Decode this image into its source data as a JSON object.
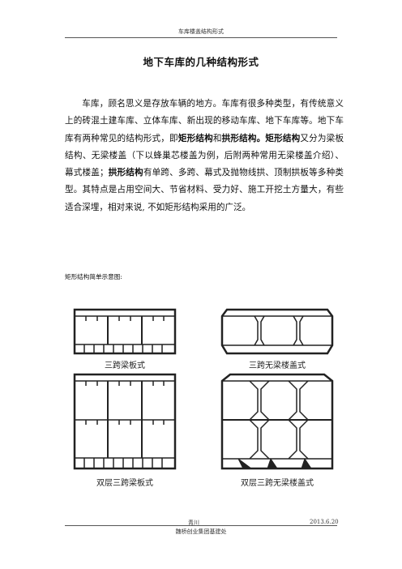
{
  "header": {
    "title": "车库楼盖结构形式"
  },
  "document": {
    "title": "地下车库的几种结构形式",
    "paragraph": [
      {
        "t": "车库，顾名思义是存放车辆的地方。车库有很多种类型，有传统意义上的砖混土建车库、立体车库、新出现的移动车库、地下车库等。地下车库有两种常见的结构形式，即",
        "b": false
      },
      {
        "t": "矩形结构",
        "b": true
      },
      {
        "t": "和",
        "b": false
      },
      {
        "t": "拱形结构。矩形结构",
        "b": true
      },
      {
        "t": "又分为梁板结构、无梁楼盖（下以蜂巢芯楼盖为例，后附两种常用无梁楼盖介绍）、幕式楼盖；",
        "b": false
      },
      {
        "t": "拱形结构",
        "b": true
      },
      {
        "t": "有单跨、多跨、幕式及抛物线拱、顶制拱板等多种类型。其特点是占用空间大、节省材料、受力好、施工开挖土方量大，有些适合深埋，相对来说, 不如矩形结构采用的广泛。",
        "b": false
      }
    ],
    "figure_caption": "矩形结构简单示意图:"
  },
  "figure": {
    "labels": {
      "top_left": "三跨梁板式",
      "top_right": "三跨无梁楼盖式",
      "bottom_left": "双层三跨梁板式",
      "bottom_right": "双层三跨无梁楼盖式"
    }
  },
  "footer": {
    "author": "青川",
    "company": "魏桥创业集团基建处",
    "date": "2013.6.20"
  }
}
